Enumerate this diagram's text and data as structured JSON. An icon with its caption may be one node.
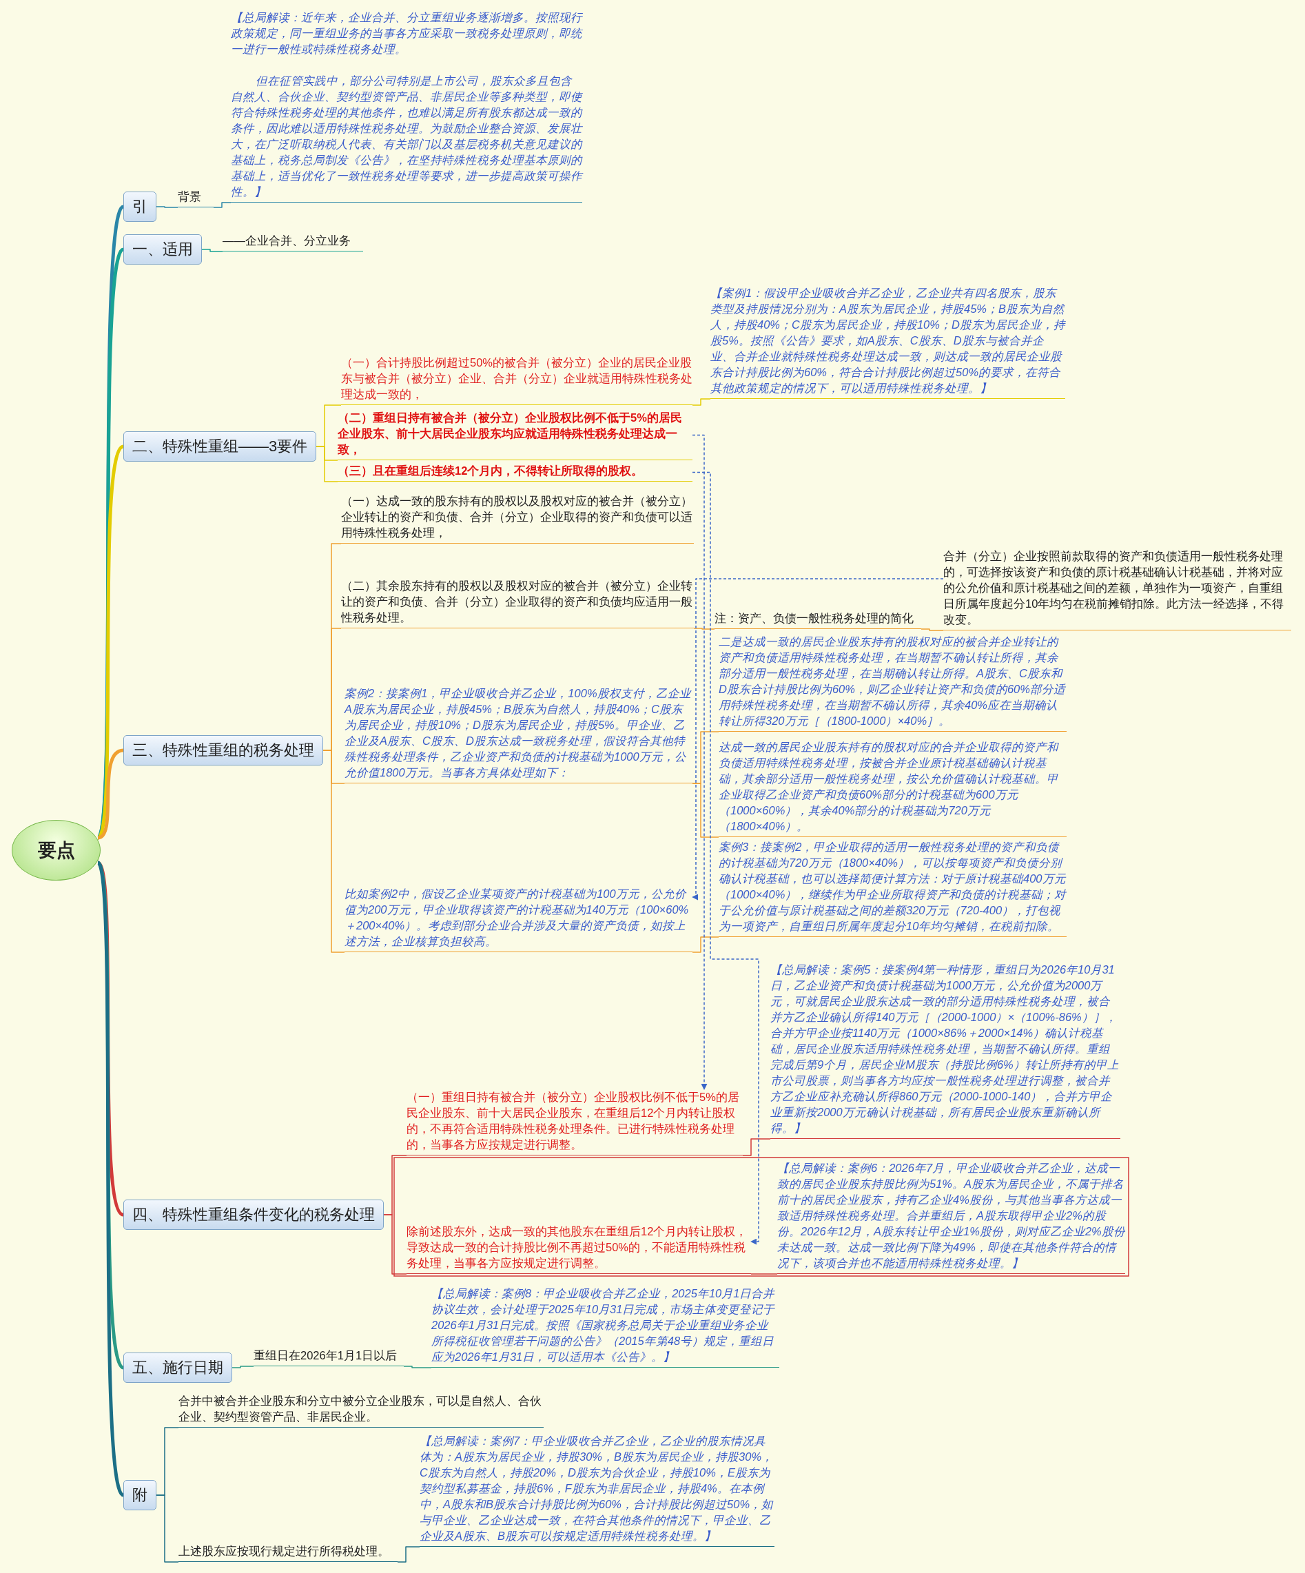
{
  "diagram": {
    "nodes": [
      {
        "text": [
          "要点"
        ]
      },
      {
        "text": [
          "引"
        ]
      },
      {
        "text": [
          "背景"
        ]
      },
      {
        "text": [
          "【总局解读：近年来，企业合并、分立重组业务逐渐增多。按照现行政策规定，同一重组业务的当事各方应采取一致税务处理原则，即统一进行一般性或特殊性税务处理。",
          "但在征管实践中，部分公司特别是上市公司，股东众多且包含自然人、合伙企业、契约型资管产品、非居民企业等多种类型，即使符合特殊性税务处理的其他条件，也难以满足所有股东都达成一致的条件，因此难以适用特殊性税务处理。为鼓励企业整合资源、发展壮大，在广泛听取纳税人代表、有关部门以及基层税务机关意见建议的基础上，税务总局制发《公告》，在坚持特殊性税务处理基本原则的基础上，适当优化了一致性税务处理等要求，进一步提高政策可操作性。】"
        ]
      },
      {
        "text": [
          "一、适用"
        ]
      },
      {
        "text": [
          "——企业合并、分立业务"
        ]
      },
      {
        "text": [
          "二、特殊性重组——3要件"
        ]
      },
      {
        "text": [
          "（一）合计持股比例超过50%的被合并（被分立）企业的居民企业股东与被合并（被分立）企业、合并（分立）企业就适用特殊性税务处理达成一致的，"
        ]
      },
      {
        "text": [
          "【案例1：假设甲企业吸收合并乙企业，乙企业共有四名股东，股东类型及持股情况分别为：A股东为居民企业，持股45%；B股东为自然人，持股40%；C股东为居民企业，持股10%；D股东为居民企业，持股5%。按照《公告》要求，如A股东、C股东、D股东与被合并企业、合并企业就特殊性税务处理达成一致，则达成一致的居民企业股东合计持股比例为60%，符合合计持股比例超过50%的要求，在符合其他政策规定的情况下，可以适用特殊性税务处理。】"
        ]
      },
      {
        "text": [
          "（二）重组日持有被合并（被分立）企业股权比例不低于5%的居民企业股东、前十大居民企业股东均应就适用特殊性税务处理达成一致，"
        ]
      },
      {
        "text": [
          "（三）且在重组后连续12个月内，不得转让所取得的股权。"
        ]
      },
      {
        "text": [
          "三、特殊性重组的税务处理"
        ]
      },
      {
        "text": [
          "（一）达成一致的股东持有的股权以及股权对应的被合并（被分立）企业转让的资产和负债、合并（分立）企业取得的资产和负债可以适用特殊性税务处理，"
        ]
      },
      {
        "text": [
          "（二）其余股东持有的股权以及股权对应的被合并（被分立）企业转让的资产和负债、合并（分立）企业取得的资产和负债均应适用一般性税务处理。"
        ]
      },
      {
        "text": [
          "注：资产、负债一般性税务处理的简化"
        ]
      },
      {
        "text": [
          "合并（分立）企业按照前款取得的资产和负债适用一般性税务处理的，可选择按该资产和负债的原计税基础确认计税基础，并将对应的公允价值和原计税基础之间的差额，单独作为一项资产，自重组日所属年度起分10年均匀在税前摊销扣除。此方法一经选择，不得改变。"
        ]
      },
      {
        "text": [
          "案例2：接案例1，甲企业吸收合并乙企业，100%股权支付，乙企业A股东为居民企业，持股45%；B股东为自然人，持股40%；C股东为居民企业，持股10%；D股东为居民企业，持股5%。甲企业、乙企业及A股东、C股东、D股东达成一致税务处理，假设符合其他特殊性税务处理条件，乙企业资产和负债的计税基础为1000万元，公允价值1800万元。当事各方具体处理如下："
        ]
      },
      {
        "text": [
          "二是达成一致的居民企业股东持有的股权对应的被合并企业转让的资产和负债适用特殊性税务处理，在当期暂不确认转让所得，其余部分适用一般性税务处理，在当期确认转让所得。A股东、C股东和D股东合计持股比例为60%，则乙企业转让资产和负债的60%部分适用特殊性税务处理，在当期暂不确认所得，其余40%应在当期确认转让所得320万元［（1800-1000）×40%］。"
        ]
      },
      {
        "text": [
          "达成一致的居民企业股东持有的股权对应的合并企业取得的资产和负债适用特殊性税务处理，按被合并企业原计税基础确认计税基础，其余部分适用一般性税务处理，按公允价值确认计税基础。甲企业取得乙企业资产和负债60%部分的计税基础为600万元（1000×60%），其余40%部分的计税基础为720万元（1800×40%）。"
        ]
      },
      {
        "text": [
          "比如案例2中，假设乙企业某项资产的计税基础为100万元，公允价值为200万元，甲企业取得该资产的计税基础为140万元（100×60%＋200×40%）。考虑到部分企业合并涉及大量的资产负债，如按上述方法，企业核算负担较高。"
        ]
      },
      {
        "text": [
          "案例3：接案例2，甲企业取得的适用一般性税务处理的资产和负债的计税基础为720万元（1800×40%），可以按每项资产和负债分别确认计税基础，也可以选择简便计算方法：对于原计税基础400万元（1000×40%），继续作为甲企业所取得资产和负债的计税基础；对于公允价值与原计税基础之间的差额320万元（720-400），打包视为一项资产，自重组日所属年度起分10年均匀摊销，在税前扣除。"
        ]
      },
      {
        "text": [
          "四、特殊性重组条件变化的税务处理"
        ]
      },
      {
        "text": [
          "（一）重组日持有被合并（被分立）企业股权比例不低于5%的居民企业股东、前十大居民企业股东，在重组后12个月内转让股权的，不再符合适用特殊性税务处理条件。已进行特殊性税务处理的，当事各方应按规定进行调整。"
        ]
      },
      {
        "text": [
          "【总局解读：案例5：接案例4第一种情形，重组日为2026年10月31日，乙企业资产和负债计税基础为1000万元，公允价值为2000万元，可就居民企业股东达成一致的部分适用特殊性税务处理，被合并方乙企业确认所得140万元［（2000-1000）×（100%-86%）］，合并方甲企业按1140万元（1000×86%＋2000×14%）确认计税基础，居民企业股东适用特殊性税务处理，当期暂不确认所得。重组完成后第9个月，居民企业M股东（持股比例6%）转让所持有的甲上市公司股票，则当事各方均应按一般性税务处理进行调整，被合并方乙企业应补充确认所得860万元（2000-1000-140），合并方甲企业重新按2000万元确认计税基础，所有居民企业股东重新确认所得。】"
        ]
      },
      {
        "text": [
          "除前述股东外，达成一致的其他股东在重组后12个月内转让股权，导致达成一致的合计持股比例不再超过50%的，不能适用特殊性税务处理，当事各方应按规定进行调整。"
        ]
      },
      {
        "text": [
          "【总局解读：案例6：2026年7月，甲企业吸收合并乙企业，达成一致的居民企业股东持股比例为51%。A股东为居民企业，不属于排名前十的居民企业股东，持有乙企业4%股份，与其他当事各方达成一致适用特殊性税务处理。合并重组后，A股东取得甲企业2%的股份。2026年12月，A股东转让甲企业1%股份，则对应乙企业2%股份未达成一致。达成一致比例下降为49%，即使在其他条件符合的情况下，该项合并也不能适用特殊性税务处理。】"
        ]
      },
      {
        "text": [
          "五、施行日期"
        ]
      },
      {
        "text": [
          "重组日在2026年1月1日以后"
        ]
      },
      {
        "text": [
          "【总局解读：案例8：甲企业吸收合并乙企业，2025年10月1日合并协议生效，会计处理于2025年10月31日完成，市场主体变更登记于2026年1月31日完成。按照《国家税务总局关于企业重组业务企业所得税征收管理若干问题的公告》（2015年第48号）规定，重组日应为2026年1月31日，可以适用本《公告》。】"
        ]
      },
      {
        "text": [
          "附"
        ]
      },
      {
        "text": [
          "合并中被合并企业股东和分立中被分立企业股东，可以是自然人、合伙企业、契约型资管产品、非居民企业。"
        ]
      },
      {
        "text": [
          "上述股东应按现行规定进行所得税处理。"
        ]
      },
      {
        "text": [
          "【总局解读：案例7：甲企业吸收合并乙企业，乙企业的股东情况具体为：A股东为居民企业，持股30%，B股东为居民企业，持股30%，C股东为自然人，持股20%，D股东为合伙企业，持股10%，E股东为契约型私募基金，持股6%，F股东为非居民企业，持股4%。在本例中，A股东和B股东合计持股比例为60%，合计持股比例超过50%，如与甲企业、乙企业达成一致，在符合其他条件的情况下，甲企业、乙企业及A股东、B股东可以按规定适用特殊性税务处理。】"
        ]
      }
    ],
    "edges": [
      {
        "from": 0,
        "to": 1,
        "arrow": "none",
        "style": "thick",
        "color": "#2a86a8"
      },
      {
        "from": 0,
        "to": 4,
        "arrow": "none",
        "style": "thick",
        "color": "#19a394"
      },
      {
        "from": 0,
        "to": 6,
        "arrow": "none",
        "style": "thick",
        "color": "#e3cc00"
      },
      {
        "from": 0,
        "to": 11,
        "arrow": "none",
        "style": "thick",
        "color": "#f0a030"
      },
      {
        "from": 0,
        "to": 21,
        "arrow": "none",
        "style": "thick",
        "color": "#d23a3a"
      },
      {
        "from": 0,
        "to": 26,
        "arrow": "none",
        "style": "thick",
        "color": "#2a9a86"
      },
      {
        "from": 0,
        "to": 29,
        "arrow": "none",
        "style": "thick",
        "color": "#1c6f86"
      },
      {
        "from": 1,
        "to": 2,
        "arrow": "none",
        "color": "#2a86a8"
      },
      {
        "from": 2,
        "to": 3,
        "arrow": "none",
        "color": "#2a86a8"
      },
      {
        "from": 4,
        "to": 5,
        "arrow": "none",
        "color": "#19a394"
      },
      {
        "from": 6,
        "to": 7,
        "arrow": "none",
        "color": "#e3cc00"
      },
      {
        "from": 7,
        "to": 8,
        "arrow": "none",
        "color": "#e3cc00"
      },
      {
        "from": 6,
        "to": 9,
        "arrow": "none",
        "color": "#e3cc00"
      },
      {
        "from": 6,
        "to": 10,
        "arrow": "none",
        "color": "#e3cc00"
      },
      {
        "from": 11,
        "to": 12,
        "arrow": "none",
        "color": "#f0a030"
      },
      {
        "from": 11,
        "to": 13,
        "arrow": "none",
        "color": "#f0a030"
      },
      {
        "from": 13,
        "to": 14,
        "arrow": "none",
        "color": "#f0a030"
      },
      {
        "from": 14,
        "to": 15,
        "arrow": "none",
        "color": "#f0a030"
      },
      {
        "from": 11,
        "to": 16,
        "arrow": "none",
        "color": "#f0a030"
      },
      {
        "from": 16,
        "to": 17,
        "arrow": "none",
        "color": "#f0a030"
      },
      {
        "from": 16,
        "to": 18,
        "arrow": "none",
        "color": "#f0a030"
      },
      {
        "from": 11,
        "to": 19,
        "arrow": "none",
        "color": "#f0a030"
      },
      {
        "from": 19,
        "to": 20,
        "arrow": "none",
        "color": "#f0a030"
      },
      {
        "from": 21,
        "to": 22,
        "arrow": "none",
        "color": "#d23a3a"
      },
      {
        "from": 22,
        "to": 23,
        "arrow": "none",
        "color": "#d23a3a"
      },
      {
        "from": 21,
        "to": 24,
        "arrow": "none",
        "color": "#d23a3a"
      },
      {
        "from": 24,
        "to": 25,
        "arrow": "none",
        "color": "#d23a3a"
      },
      {
        "from": 26,
        "to": 27,
        "arrow": "none",
        "color": "#2a9a86"
      },
      {
        "from": 27,
        "to": 28,
        "arrow": "none",
        "color": "#2a9a86"
      },
      {
        "from": 29,
        "to": 30,
        "arrow": "none",
        "color": "#1c6f86"
      },
      {
        "from": 29,
        "to": 31,
        "arrow": "none",
        "color": "#1c6f86"
      },
      {
        "from": 31,
        "to": 32,
        "arrow": "none",
        "color": "#1c6f86"
      },
      {
        "from": 15,
        "to": 19,
        "arrow": "to",
        "style": "dashed",
        "color": "#3a66c8"
      },
      {
        "from": 9,
        "to": 22,
        "arrow": "to",
        "style": "dashed",
        "color": "#3a66c8"
      },
      {
        "from": 10,
        "to": 24,
        "arrow": "to",
        "style": "dashed",
        "color": "#3a66c8"
      }
    ]
  }
}
